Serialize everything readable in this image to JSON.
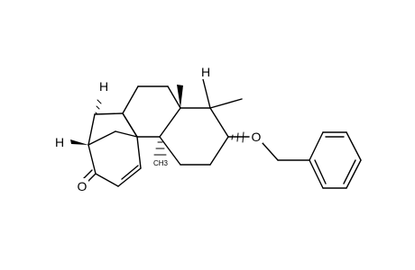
{
  "structure": {
    "atoms": {
      "h_top": "H",
      "h_ring_junction": "H",
      "h_bridgehead": "H",
      "oxygen_ether": "O",
      "oxygen_ketone": "O"
    },
    "methyl_labels": {
      "angular": "CH3"
    }
  },
  "colors": {
    "ink": "#000000",
    "background": "#ffffff"
  }
}
